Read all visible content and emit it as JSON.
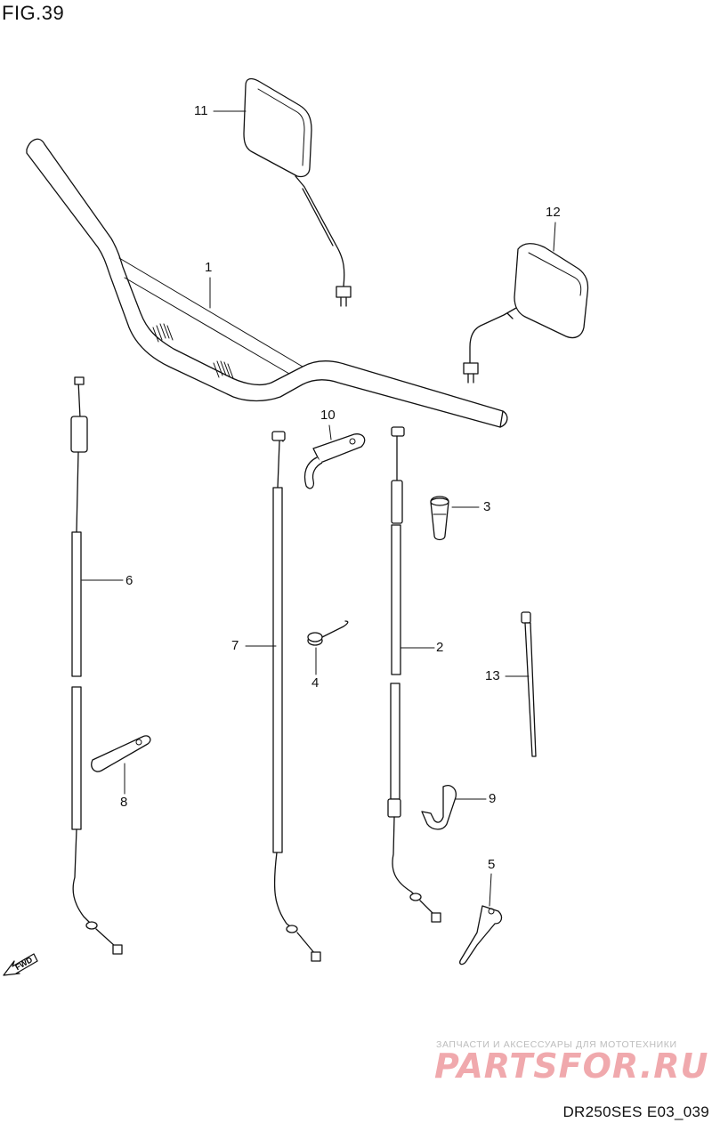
{
  "figure": {
    "title": "FIG.39",
    "model_code": "DR250SES E03_039"
  },
  "callouts": [
    {
      "id": "1",
      "part": "handlebar"
    },
    {
      "id": "2",
      "part": "cable"
    },
    {
      "id": "3",
      "part": "grip"
    },
    {
      "id": "4",
      "part": "spring"
    },
    {
      "id": "5",
      "part": "bracket"
    },
    {
      "id": "6",
      "part": "cable"
    },
    {
      "id": "7",
      "part": "cable"
    },
    {
      "id": "8",
      "part": "clamp"
    },
    {
      "id": "9",
      "part": "clamp"
    },
    {
      "id": "10",
      "part": "bracket"
    },
    {
      "id": "11",
      "part": "mirror"
    },
    {
      "id": "12",
      "part": "mirror"
    },
    {
      "id": "13",
      "part": "tie"
    }
  ],
  "fwd_label": "FWD",
  "watermark": {
    "tagline": "ЗАПЧАСТИ И АКСЕССУАРЫ ДЛЯ МОТОТЕХНИКИ",
    "logo": "PARTSFOR.RU",
    "tagline_color": "#b9b9b9",
    "logo_color": "#f0a9ad"
  },
  "colors": {
    "line": "#111111",
    "background": "#ffffff"
  }
}
